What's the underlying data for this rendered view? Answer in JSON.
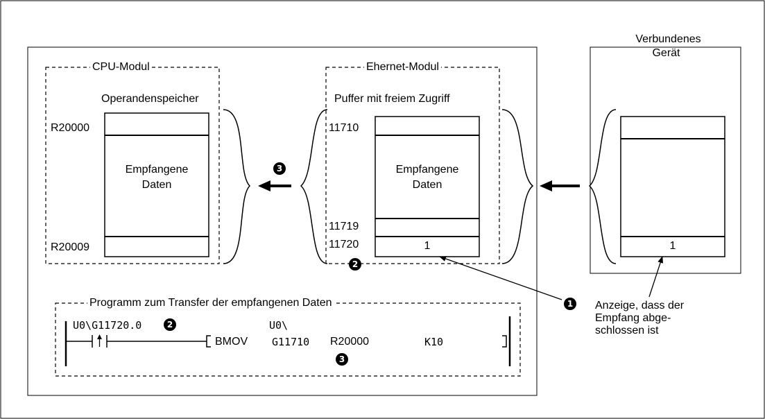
{
  "cpu_module": {
    "title": "CPU-Modul",
    "memory_label": "Operandenspeicher",
    "addr_start": "R20000",
    "addr_end": "R20009",
    "data_label_line1": "Empfangene",
    "data_label_line2": "Daten"
  },
  "ethernet_module": {
    "title": "Ehernet-Modul",
    "buffer_label": "Puffer mit freiem Zugriff",
    "addr_start": "11710",
    "addr_data_end": "11719",
    "addr_flag": "11720",
    "flag_value": "1",
    "data_label_line1": "Empfangene",
    "data_label_line2": "Daten"
  },
  "connected_device": {
    "title_line1": "Verbundenes",
    "title_line2": "Gerät",
    "flag_value": "1"
  },
  "program": {
    "title": "Programm zum Transfer der empfangenen Daten",
    "contact_operand": "U0\\G11720.0",
    "instruction": "BMOV",
    "src_prefix": "U0\\",
    "src_operand": "G11710",
    "dest_operand": "R20000",
    "count_operand": "K10"
  },
  "annotation": {
    "line1": "Anzeige, dass der",
    "line2": "Empfang abge-",
    "line3": "schlossen ist"
  },
  "markers": {
    "m1": "1",
    "m2": "2",
    "m3": "3"
  }
}
